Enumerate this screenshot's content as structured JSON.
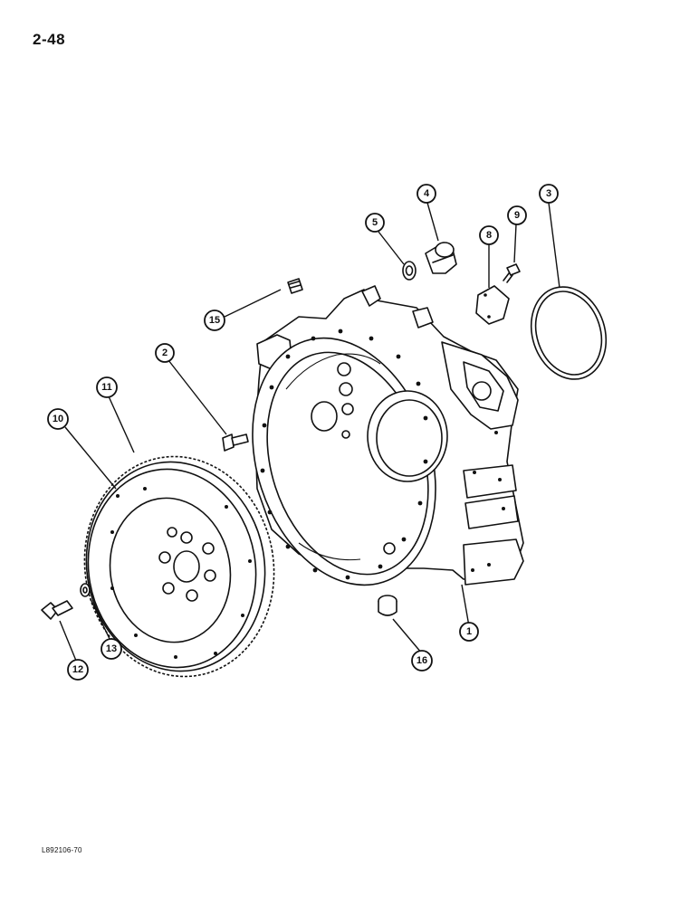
{
  "page": {
    "number": "2-48",
    "figure_code": "L892106-70"
  },
  "callouts": [
    {
      "id": "1",
      "label": "1",
      "part": "flywheel-housing"
    },
    {
      "id": "2",
      "label": "2",
      "part": "bolt"
    },
    {
      "id": "3",
      "label": "3",
      "part": "o-ring"
    },
    {
      "id": "4",
      "label": "4",
      "part": "plug"
    },
    {
      "id": "5",
      "label": "5",
      "part": "seal-ring"
    },
    {
      "id": "8",
      "label": "8",
      "part": "cover-plate"
    },
    {
      "id": "9",
      "label": "9",
      "part": "cap-screw"
    },
    {
      "id": "10",
      "label": "10",
      "part": "flywheel"
    },
    {
      "id": "11",
      "label": "11",
      "part": "ring-gear"
    },
    {
      "id": "12",
      "label": "12",
      "part": "flywheel-bolt"
    },
    {
      "id": "13",
      "label": "13",
      "part": "washer"
    },
    {
      "id": "15",
      "label": "15",
      "part": "top-plug"
    },
    {
      "id": "16",
      "label": "16",
      "part": "bottom-plug"
    }
  ]
}
